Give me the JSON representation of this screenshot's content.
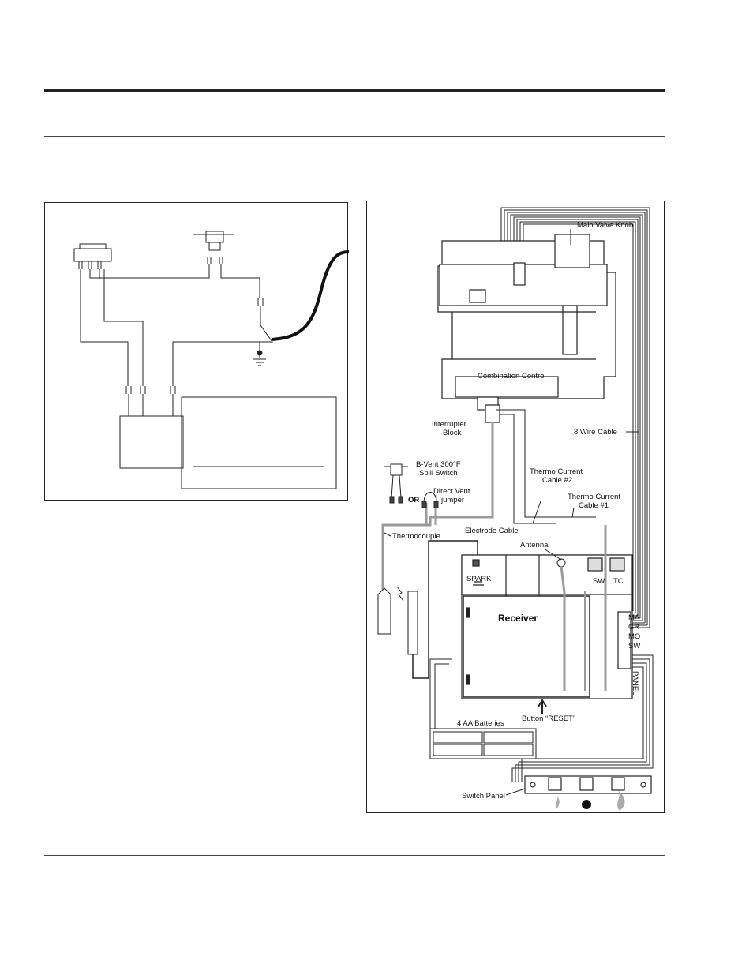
{
  "diagram": {
    "labels": {
      "main_valve_knob": "Main Valve Knob",
      "combination_control": "Combination Control",
      "interrupter_block_1": "Interrupter",
      "interrupter_block_2": "Block",
      "eight_wire_cable": "8 Wire Cable",
      "bvent_1": "B-Vent 300°F",
      "bvent_2": "Spill Switch",
      "or": "OR",
      "direct_vent_1": "Direct Vent",
      "direct_vent_2": "jumper",
      "thermo2_1": "Thermo Current",
      "thermo2_2": "Cable #2",
      "thermo1_1": "Thermo Current",
      "thermo1_2": "Cable #1",
      "electrode_cable": "Electrode Cable",
      "thermocouple": "Thermocouple",
      "antenna": "Antenna",
      "spark": "SPARK",
      "sw": "SW",
      "tc": "TC",
      "receiver": "Receiver",
      "ma": "MA",
      "gr": "GR",
      "mo": "MO",
      "sw_term": "SW",
      "panel": "PANEL",
      "button_reset": "Button “RESET”",
      "batteries": "4 AA Batteries",
      "switch_panel": "Switch Panel"
    }
  },
  "colors": {
    "wire": "#222222",
    "grey_wire": "#9a9a9a",
    "frame": "#222222"
  }
}
